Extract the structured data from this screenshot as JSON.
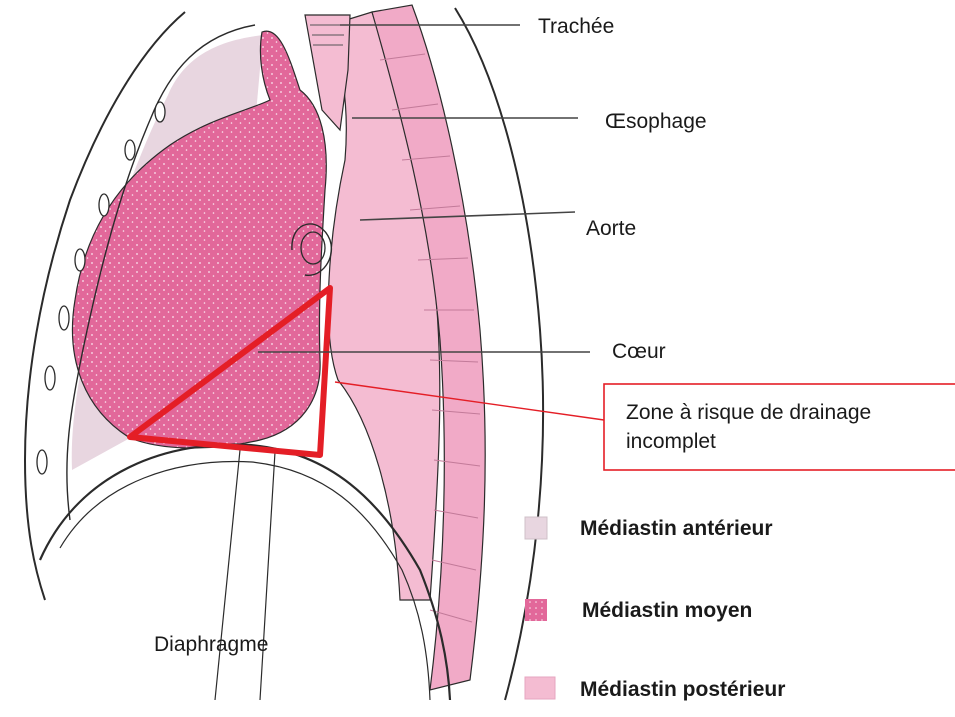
{
  "labels": {
    "trachee": "Trachée",
    "oesophage": "Œsophage",
    "aorte": "Aorte",
    "coeur": "Cœur",
    "diaphragme": "Diaphragme"
  },
  "callout": {
    "line1": "Zone à risque de drainage",
    "line2": "incomplet",
    "color": "#e41e26"
  },
  "legend": [
    {
      "label": "Médiastin antérieur",
      "color": "#e8d6e0"
    },
    {
      "label": "Médiastin moyen",
      "color": "#e46a9a"
    },
    {
      "label": "Médiastin postérieur",
      "color": "#f4b9d0"
    }
  ],
  "colors": {
    "anterior": "#e8d6e0",
    "middle": "#e2689a",
    "posterior": "#f4bcd2",
    "spine": "#f1aac7",
    "risk_triangle": "#e41e26",
    "outline": "#2b2b2b"
  }
}
